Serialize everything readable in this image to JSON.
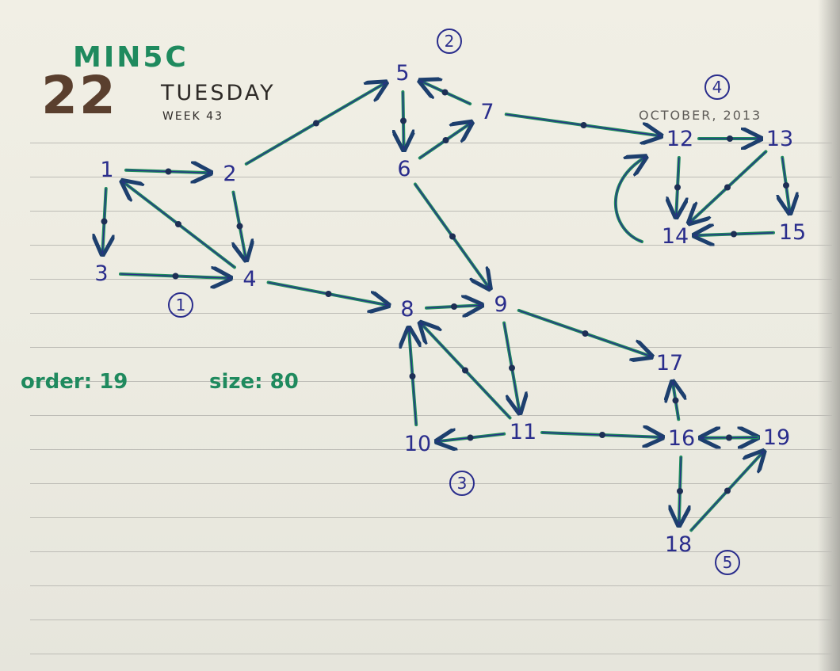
{
  "header": {
    "code": "MIN5C",
    "day_number": "22",
    "day_name": "TUESDAY",
    "week": "WEEK 43",
    "month_year": "OCTOBER, 2013"
  },
  "stats": {
    "order": "order: 19",
    "size": "size: 80"
  },
  "components": [
    "1",
    "2",
    "3",
    "4",
    "5"
  ],
  "nodes": [
    "1",
    "2",
    "3",
    "4",
    "5",
    "6",
    "7",
    "8",
    "9",
    "10",
    "11",
    "12",
    "13",
    "14",
    "15",
    "16",
    "17",
    "18",
    "19"
  ],
  "edges": [
    [
      "1",
      "2"
    ],
    [
      "1",
      "3"
    ],
    [
      "4",
      "1"
    ],
    [
      "2",
      "4"
    ],
    [
      "3",
      "4"
    ],
    [
      "2",
      "5"
    ],
    [
      "5",
      "6"
    ],
    [
      "6",
      "7"
    ],
    [
      "7",
      "5"
    ],
    [
      "7",
      "12"
    ],
    [
      "12",
      "13"
    ],
    [
      "12",
      "14"
    ],
    [
      "13",
      "14"
    ],
    [
      "13",
      "15"
    ],
    [
      "15",
      "14"
    ],
    [
      "14",
      "12"
    ],
    [
      "6",
      "9"
    ],
    [
      "4",
      "8"
    ],
    [
      "8",
      "9"
    ],
    [
      "9",
      "11"
    ],
    [
      "11",
      "8"
    ],
    [
      "10",
      "8"
    ],
    [
      "11",
      "10"
    ],
    [
      "9",
      "17"
    ],
    [
      "11",
      "16"
    ],
    [
      "16",
      "17"
    ],
    [
      "16",
      "19"
    ],
    [
      "19",
      "16"
    ],
    [
      "16",
      "18"
    ],
    [
      "18",
      "19"
    ]
  ],
  "colors": {
    "ink_blue": "#2a2d8c",
    "ink_green": "#1f8a5e",
    "header_brown": "#5a3f2e"
  }
}
